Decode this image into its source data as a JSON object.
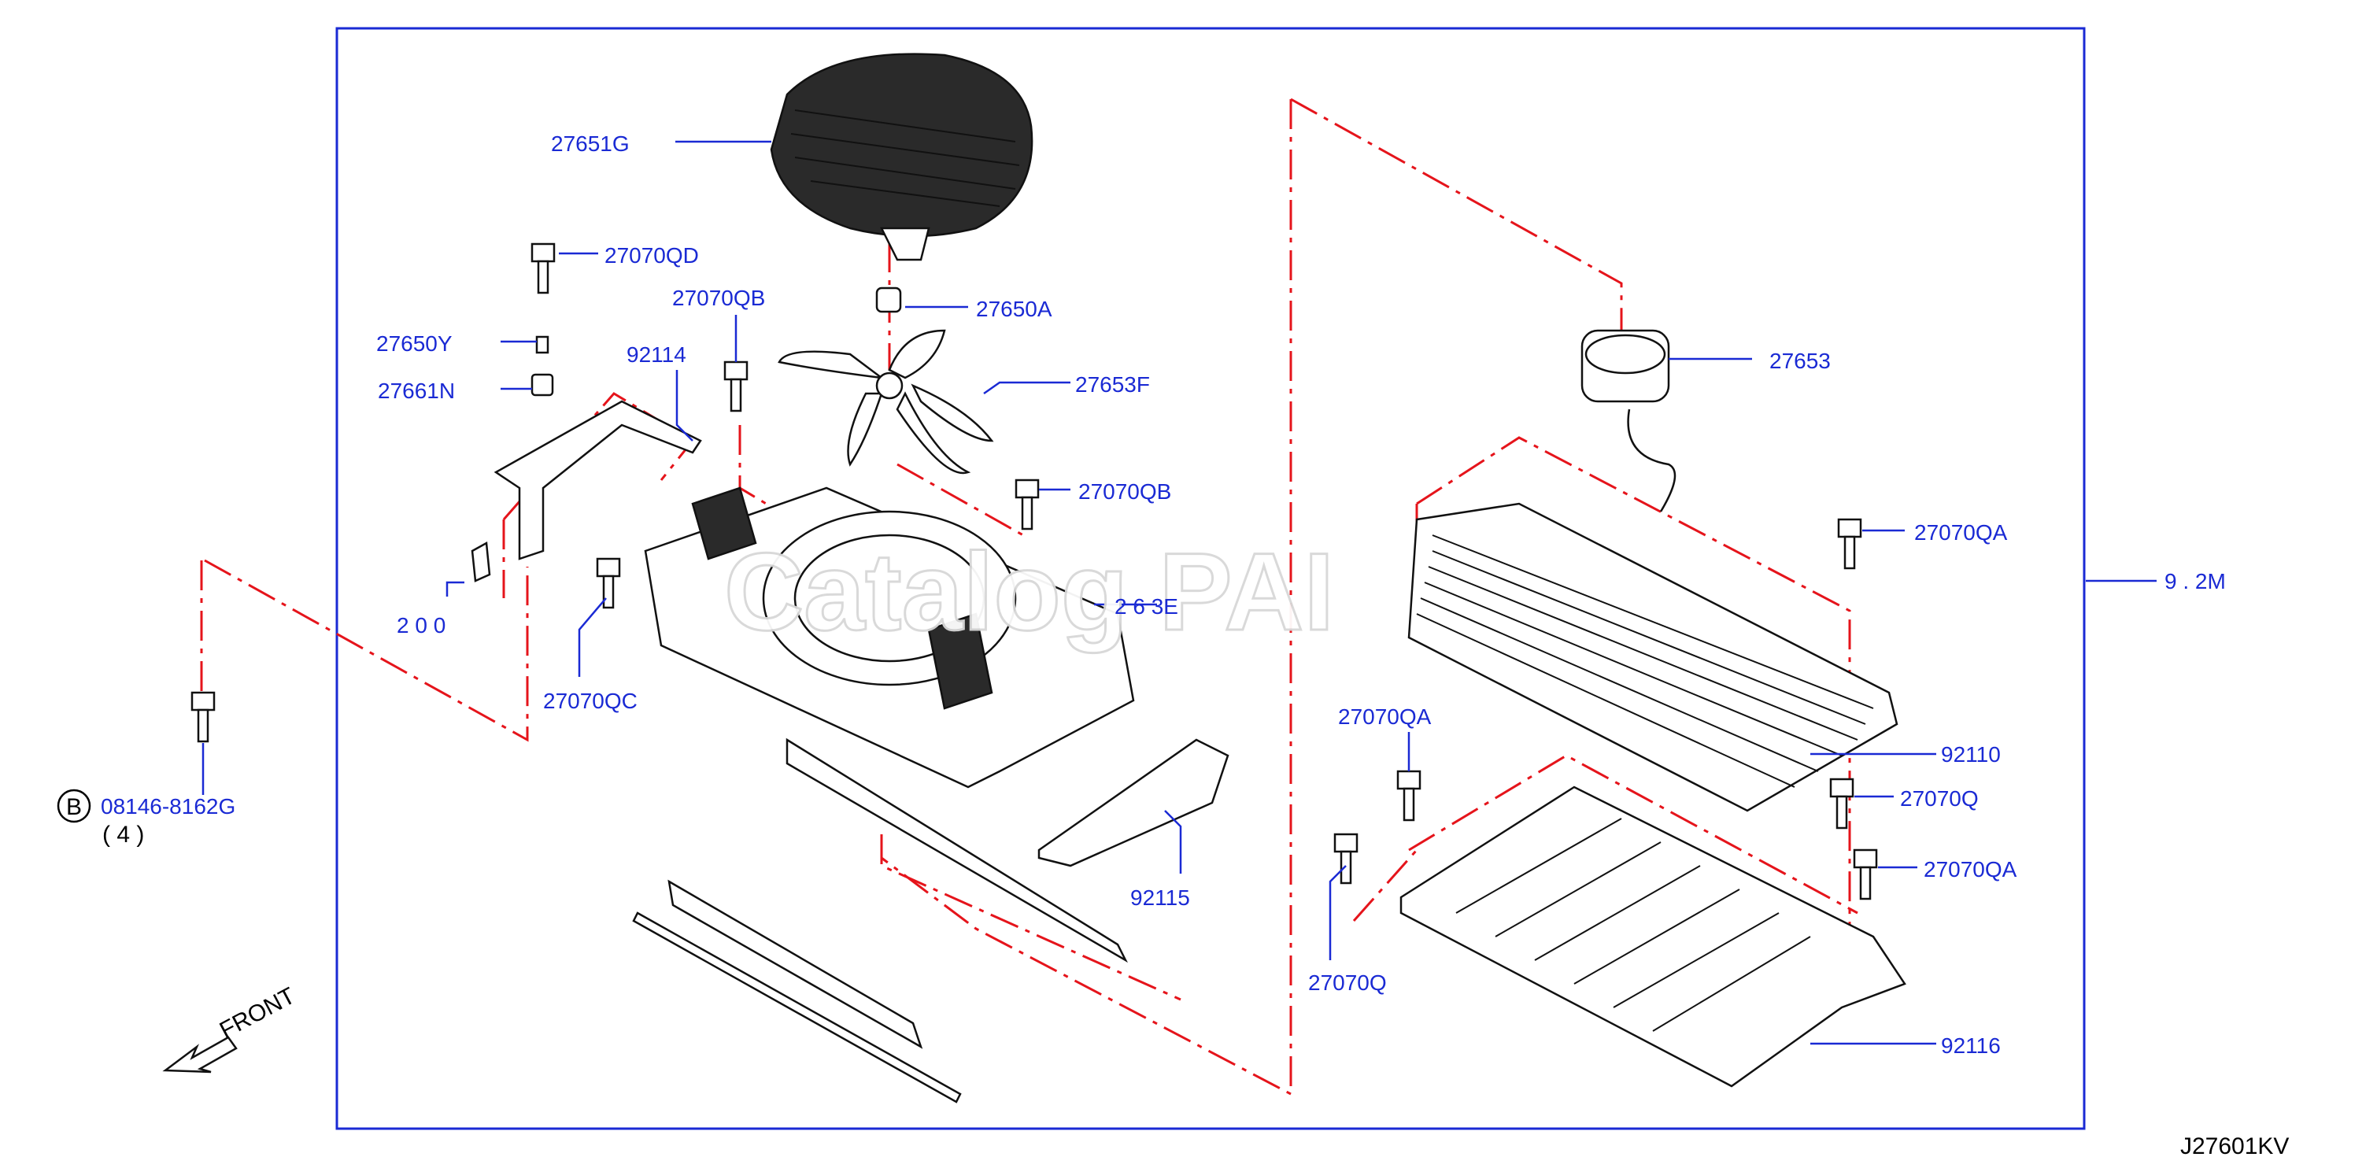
{
  "diagram_code": "J27601KV",
  "watermark": "Catalog PAI",
  "front_label": "FRONT",
  "bolt_symbol": "B",
  "bolt_code": "08146-8162G",
  "bolt_qty": "( 4 )",
  "callouts": {
    "c27651g": "27651G",
    "c27070qd": "27070QD",
    "c27070qb_top": "27070QB",
    "c27650a": "27650A",
    "c27650y": "27650Y",
    "c92114": "92114",
    "c27661n": "27661N",
    "c27653f": "27653F",
    "c27070qb_mid": "27070QB",
    "c2_0_0": "2 0 0",
    "c2_6_3e": "2 6 3E",
    "c27070qc": "27070QC",
    "c92115": "92115",
    "c27653": "27653",
    "c27070qa_top": "27070QA",
    "c92_2m": "9 . 2M",
    "c27070qa_left": "27070QA",
    "c92110": "92110",
    "c27070q_right": "27070Q",
    "c27070qa_bottom": "27070QA",
    "c27070q_left": "27070Q",
    "c92116": "92116"
  },
  "colors": {
    "callout_text": "#1a2ad4",
    "frame": "#1a2ad4",
    "dash_lines": "#e5141b",
    "part_stroke": "#111111"
  }
}
